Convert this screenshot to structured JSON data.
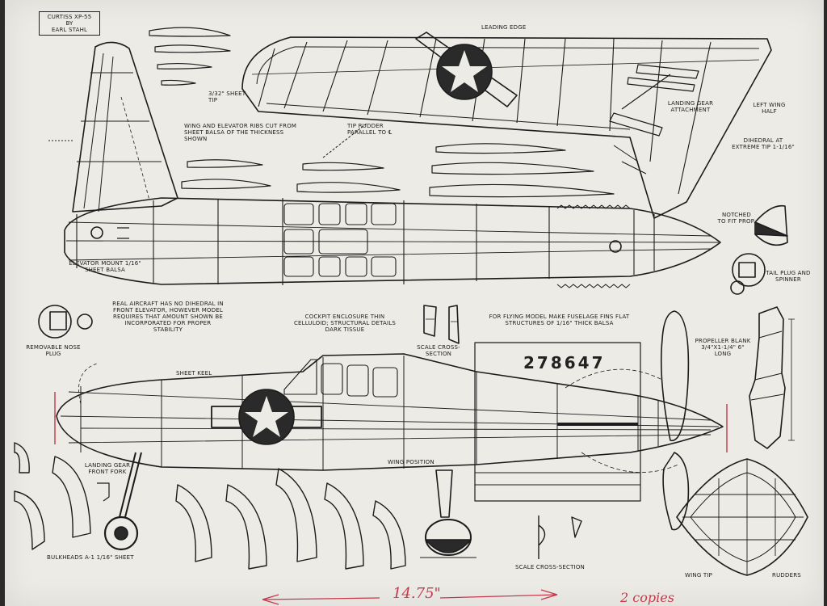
{
  "title_block": {
    "line1": "CURTISS XP-55",
    "line2": "BY",
    "line3": "EARL STAHL"
  },
  "labels": {
    "leading_edge": "LEADING EDGE",
    "sheet_tip": "3/32\" SHEET TIP",
    "tip_rudder": "TIP RUDDER PARALLEL TO ℄",
    "wing_elevator_note": "WING AND ELEVATOR RIBS CUT FROM SHEET BALSA OF THE THICKNESS SHOWN",
    "landing_gear_attachment": "LANDING GEAR ATTACHMENT",
    "left_wing_half": "LEFT WING HALF",
    "dihedral": "DIHEDRAL AT EXTREME TIP 1-1/16\"",
    "notched_prop": "NOTCHED TO FIT PROP.",
    "tail_plug": "TAIL PLUG AND SPINNER",
    "elevator_mount": "ELEVATOR MOUNT 1/16\" SHEET BALSA",
    "removable_nose_plug": "REMOVABLE NOSE PLUG",
    "real_aircraft_note": "REAL AIRCRAFT HAS NO DIHEDRAL IN FRONT ELEVATOR, HOWEVER MODEL REQUIRES THAT AMOUNT SHOWN BE INCORPORATED FOR PROPER STABILITY",
    "cockpit_note": "COCKPIT ENCLOSURE THIN CELLULOID; STRUCTURAL DETAILS DARK TISSUE",
    "scale_cross_section_top": "SCALE CROSS-SECTION",
    "flying_model_note": "FOR FLYING MODEL MAKE FUSELAGE FINS FLAT STRUCTURES OF 1/16\" THICK BALSA",
    "propeller_blank": "PROPELLER BLANK 3/4\"X1-1/4\" 6\" LONG",
    "sheet_keel": "SHEET KEEL",
    "landing_gear_fork": "LANDING GEAR FRONT FORK",
    "wing_position": "WING POSITION",
    "bulkheads": "BULKHEADS A-1 1/16\" SHEET",
    "scale_cross_section_bottom": "SCALE CROSS-SECTION",
    "wing_tip": "WING TIP",
    "rudders": "RUDDERS"
  },
  "serial_number": "278647",
  "handwritten": {
    "length": "14.75\"",
    "copies": "2 copies"
  },
  "colors": {
    "paper": "#ecebe6",
    "ink": "#1c1c1c",
    "pencil_red": "#c43a4a"
  }
}
